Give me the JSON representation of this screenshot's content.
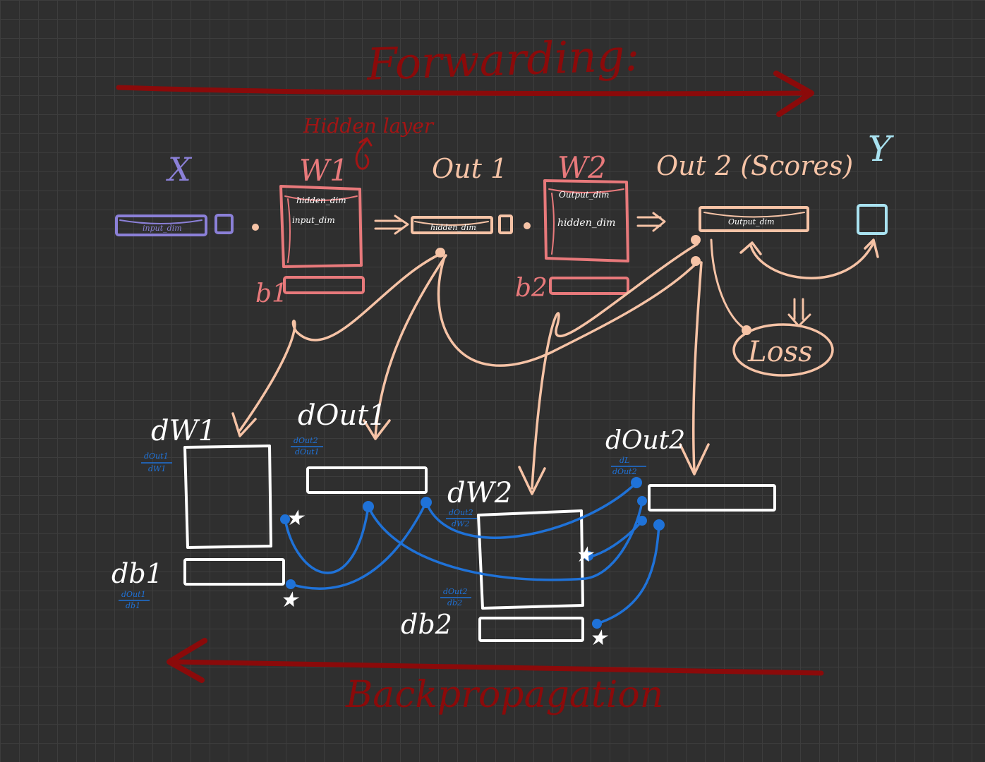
{
  "colors": {
    "background": "#2f2f2f",
    "grid": "#3d3d3d",
    "forward_red": "#8b0a0a",
    "input_purple": "#8b80d8",
    "weight_pink": "#e8797b",
    "activation_peach": "#f6c3a6",
    "target_cyan": "#a9e2f0",
    "gradient_white": "#ffffff",
    "gradient_blue": "#1f72d8"
  },
  "forward": {
    "title": "Forwarding:",
    "hidden_layer_note": "Hidden layer"
  },
  "backward": {
    "title": "Backpropagation"
  },
  "labels": {
    "x": "X",
    "w1": "W1",
    "out1": "Out 1",
    "w2": "W2",
    "out2": "Out 2 (Scores)",
    "y": "Y",
    "b1": "b1",
    "b2": "b2",
    "loss": "Loss"
  },
  "dims": {
    "x_bar": "input_dim",
    "w1_top": "hidden_dim",
    "w1_side": "input_dim",
    "out1_bar": "hidden_dim",
    "w2_top": "Output_dim",
    "w2_side": "hidden_dim",
    "out2_bar": "Output_dim"
  },
  "gradients": {
    "dw1": {
      "label": "dW1",
      "num": "dOut1",
      "den": "dW1"
    },
    "dout1": {
      "label": "dOut1",
      "num": "dOut2",
      "den": "dOut1"
    },
    "dw2": {
      "label": "dW2",
      "num": "dOut2",
      "den": "dW2"
    },
    "dout2": {
      "label": "dOut2",
      "num": "dL",
      "den": "dOut2"
    },
    "db1": {
      "label": "db1",
      "num": "dOut1",
      "den": "db1"
    },
    "db2": {
      "label": "db2",
      "num": "dOut2",
      "den": "db2"
    }
  },
  "markers": {
    "star": "★"
  }
}
